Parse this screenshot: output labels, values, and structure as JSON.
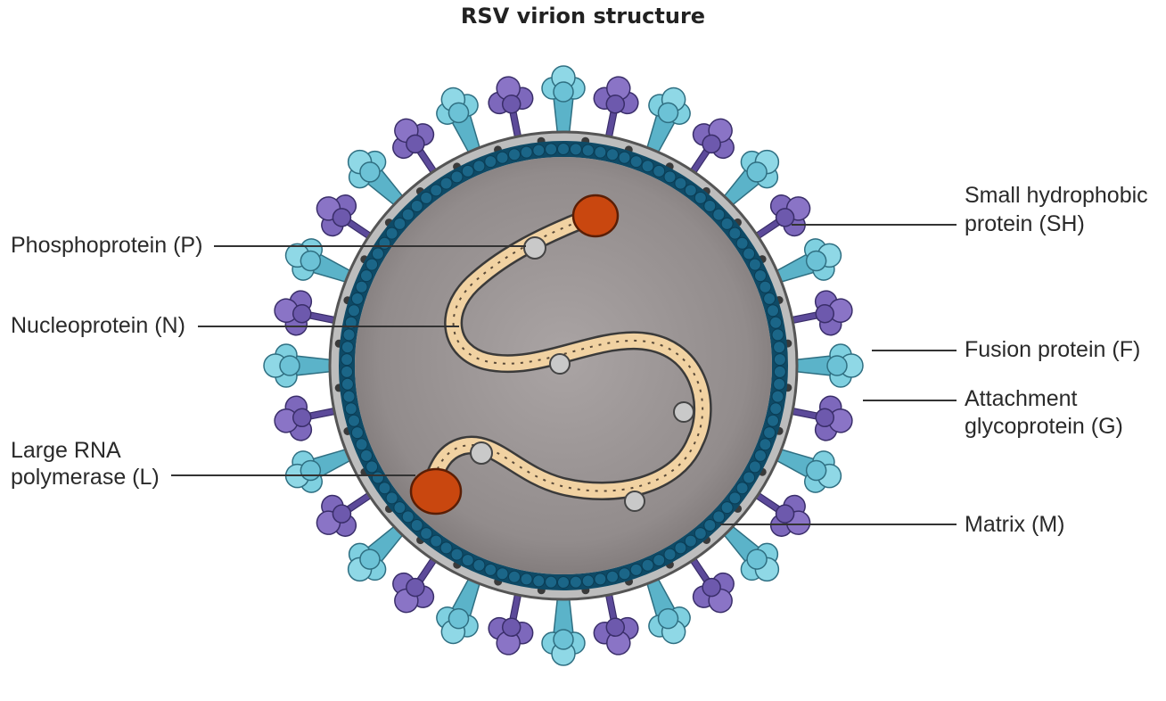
{
  "title": "RSV virion structure",
  "labels": {
    "phosphoprotein": "Phosphoprotein (P)",
    "nucleoprotein": "Nucleoprotein (N)",
    "polymerase_line1": "Large RNA",
    "polymerase_line2": "polymerase (L)",
    "sh_line1": "Small hydrophobic",
    "sh_line2": "protein (SH)",
    "fusion": "Fusion protein (F)",
    "attachment_line1": "Attachment",
    "attachment_line2": "glycoprotein (G)",
    "matrix": "Matrix (M)"
  },
  "colors": {
    "fusion_protein": "#5bb3c9",
    "attachment_glycoprotein": "#6a56a8",
    "matrix": "#1b6688",
    "envelope": "#b9b9b9",
    "interior": "#9a9494",
    "nucleoprotein": "#f1d2a2",
    "polymerase": "#c9470f",
    "phosphoprotein": "#c9c9c9"
  }
}
